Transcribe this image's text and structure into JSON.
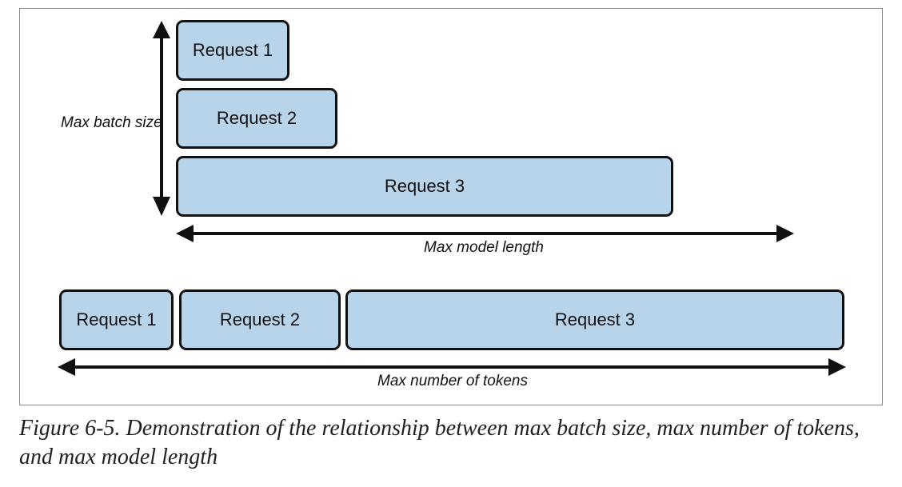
{
  "diagram": {
    "top": {
      "requests": [
        "Request 1",
        "Request 2",
        "Request 3"
      ],
      "vertical_label": "Max batch size",
      "horizontal_label": "Max model length"
    },
    "bottom": {
      "requests": [
        "Request 1",
        "Request 2",
        "Request 3"
      ],
      "horizontal_label": "Max number of tokens"
    },
    "colors": {
      "box_fill": "#b7d4ea",
      "stroke": "#111111"
    }
  },
  "caption": "Figure 6-5. Demonstration of the relationship between max batch size, max number of tokens, and max model length"
}
